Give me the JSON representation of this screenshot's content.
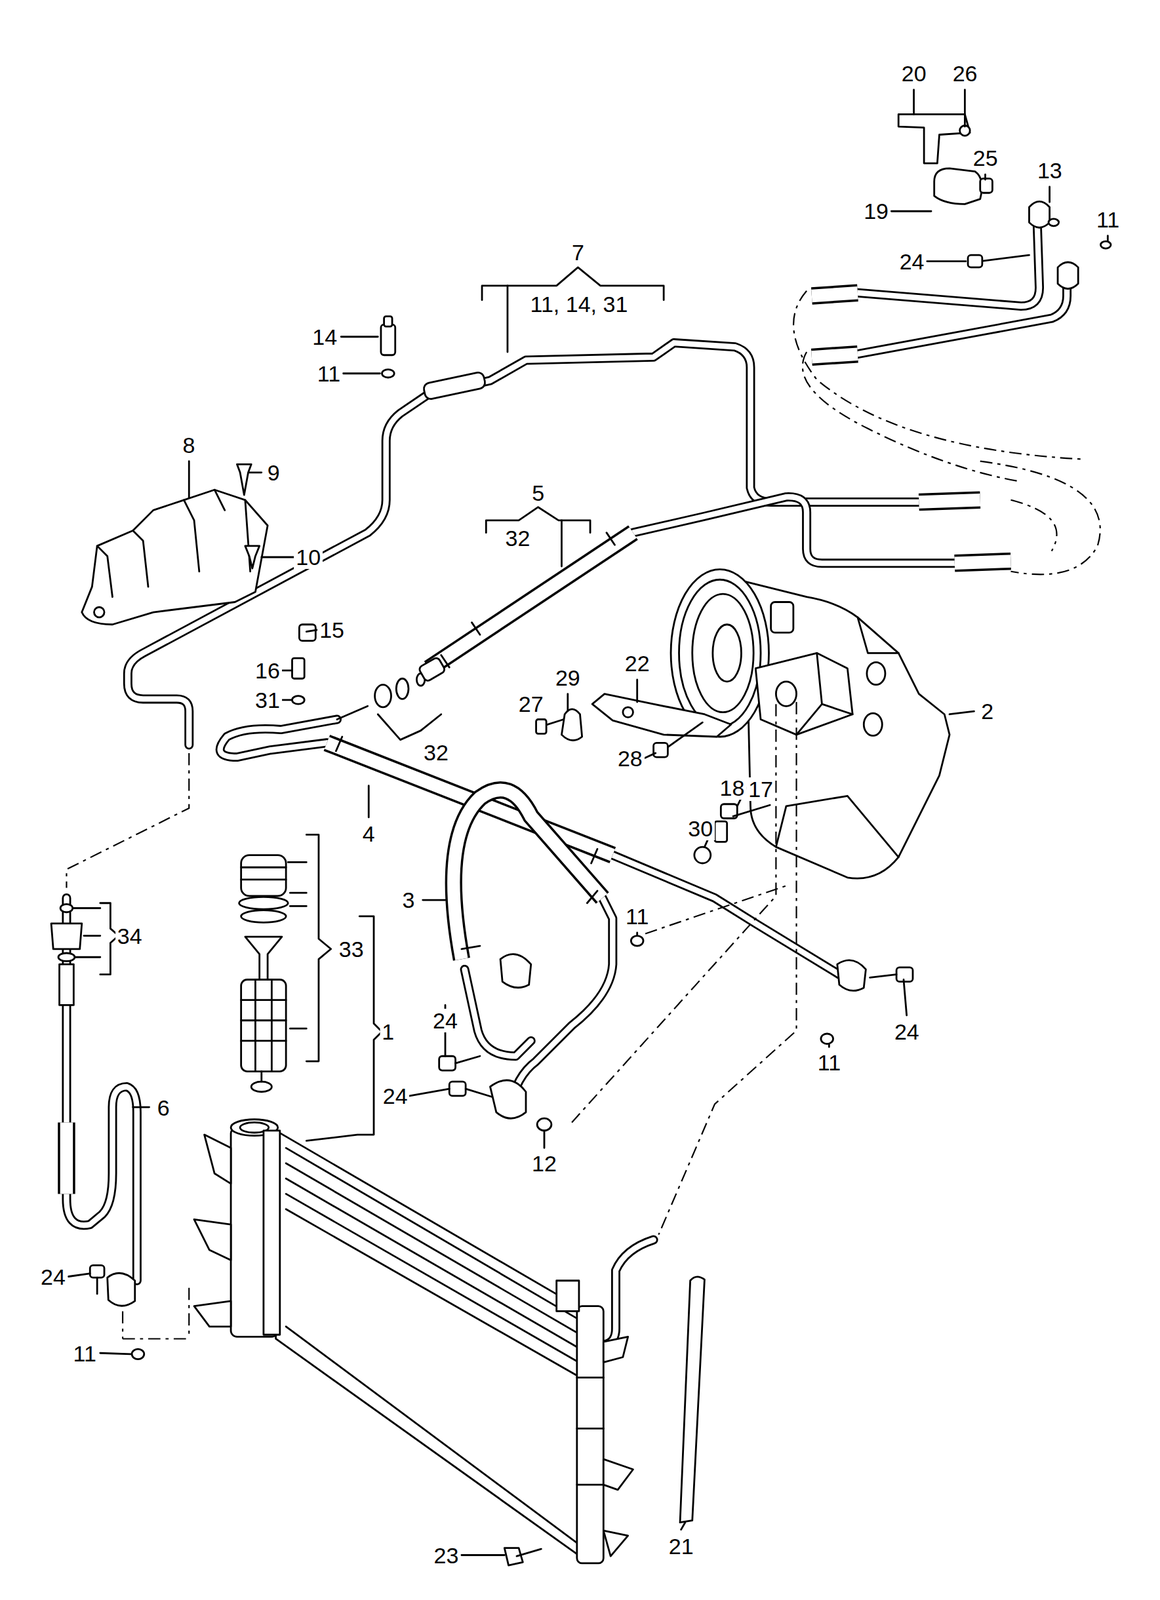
{
  "diagram": {
    "labels": [
      "20",
      "26",
      "25",
      "13",
      "19",
      "11",
      "7",
      "24",
      "11, 14, 31",
      "14",
      "11",
      "8",
      "9",
      "5",
      "32",
      "10",
      "15",
      "22",
      "16",
      "29",
      "31",
      "27",
      "2",
      "32",
      "28",
      "18",
      "17",
      "30",
      "4",
      "3",
      "11",
      "34",
      "33",
      "24",
      "1",
      "24",
      "11",
      "24",
      "6",
      "12",
      "24",
      "11",
      "21",
      "23"
    ]
  }
}
